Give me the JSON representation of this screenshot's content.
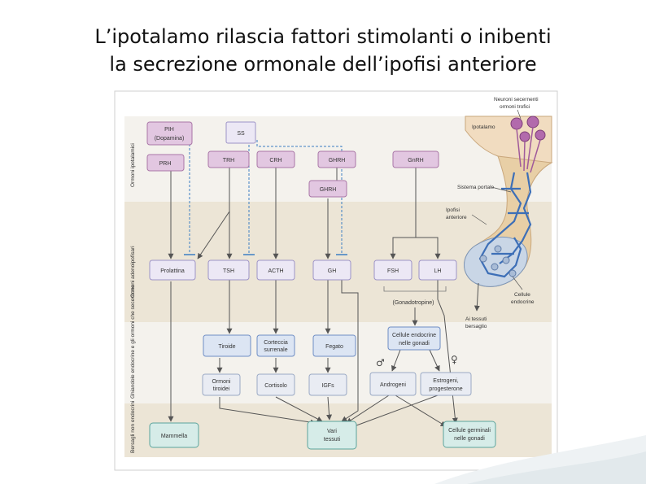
{
  "slide": {
    "title_line1": "L’ipotalamo rilascia fattori stimolanti o inibenti",
    "title_line2": "la secrezione ormonale dell’ipofisi anteriore"
  },
  "colors": {
    "band_light": "#f4f2ed",
    "band_dark": "#ece5d6",
    "pink_fill": "#e2c7e1",
    "pink_stroke": "#a976a6",
    "lilac_fill": "#ece8f5",
    "lilac_stroke": "#9d93c7",
    "blue_fill": "#dce5f3",
    "blue_stroke": "#6e8dc4",
    "teal_fill": "#d6ece8",
    "teal_stroke": "#5aa49c",
    "stim_arrow": "#555555",
    "inhib_arrow": "#3c7fc4",
    "gland_fill": "#f1dcc0",
    "vessel_blue": "#3d6fb7",
    "neuron_purple": "#a05a9b"
  },
  "figure": {
    "side_labels": {
      "hypothalamic": "Ormoni ipotalamici",
      "anterior_pituitary": "Ormoni adenoipofisari",
      "endocrine_targets": "Ghiandole endocrine e gli ormoni che secernono",
      "non_endocrine": "Bersagli non endocrini"
    },
    "hypothalamic": {
      "pih": "PIH",
      "pih_sub": "(Dopamina)",
      "prh": "PRH",
      "ss": "SS",
      "trh": "TRH",
      "crh": "CRH",
      "ghrh_top": "GHRH",
      "ghrh": "GHRH",
      "gnrh": "GnRH"
    },
    "pituitary": {
      "prolactin": "Prolattina",
      "tsh": "TSH",
      "acth": "ACTH",
      "gh": "GH",
      "fsh": "FSH",
      "lh": "LH",
      "gonadotropins": "(Gonadotropine)"
    },
    "endocrine": {
      "thyroid": "Tiroide",
      "adrenal_cortex_l1": "Corteccia",
      "adrenal_cortex_l2": "surrenale",
      "liver": "Fegato",
      "gonad_cells_l1": "Cellule endocrine",
      "gonad_cells_l2": "nelle gonadi",
      "thyroid_hormones_l1": "Ormoni",
      "thyroid_hormones_l2": "tiroidei",
      "cortisol": "Cortisolo",
      "igfs": "IGFs",
      "androgens": "Androgeni",
      "estrogens_l1": "Estrogeni,",
      "estrogens_l2": "progesterone",
      "male_symbol": "♂",
      "female_symbol": "♀"
    },
    "targets": {
      "breast": "Mammella",
      "various_l1": "Vari",
      "various_l2": "tessuti",
      "germ_cells_l1": "Cellule germinali",
      "germ_cells_l2": "nelle gonadi"
    },
    "anatomy": {
      "neurons_l1": "Neuroni secernenti",
      "neurons_l2": "ormoni trofici",
      "hypothalamus": "Ipotalamo",
      "portal_system": "Sistema portale",
      "anterior_l1": "Ipofisi",
      "anterior_l2": "anteriore",
      "endocrine_cells_l1": "Cellule",
      "endocrine_cells_l2": "endocrine",
      "target_tissues_l1": "Ai tessuti",
      "target_tissues_l2": "bersaglio"
    }
  }
}
